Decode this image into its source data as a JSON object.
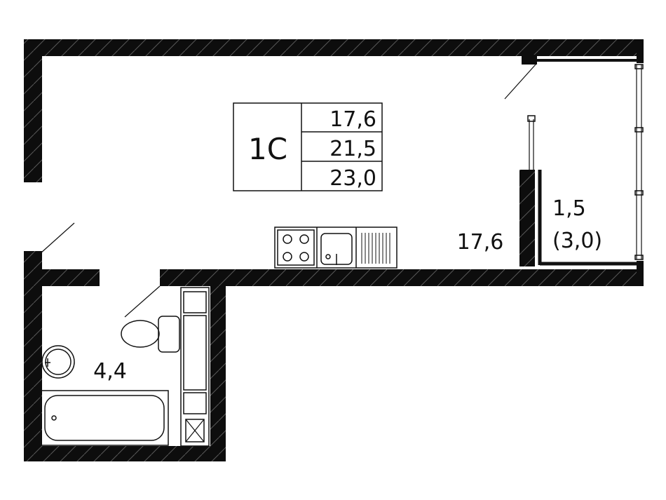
{
  "unit_badge": {
    "type_label": "1C",
    "areas": [
      "17,6",
      "21,5",
      "23,0"
    ]
  },
  "rooms": {
    "main_room_area": "17,6",
    "balcony_area": "1,5",
    "balcony_area_full": "(3,0)",
    "bathroom_area": "4,4"
  },
  "colors": {
    "wall": "#0d0d0d",
    "line": "#111111",
    "background": "#ffffff"
  }
}
